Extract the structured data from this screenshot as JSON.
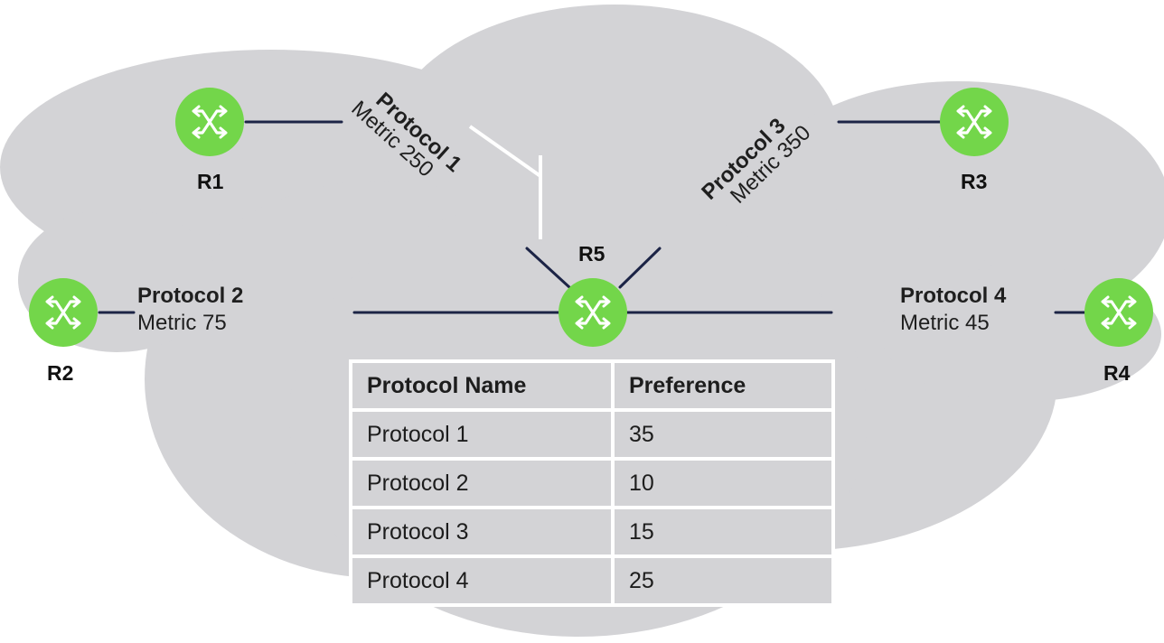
{
  "routers": [
    {
      "id": "r1",
      "label": "R1"
    },
    {
      "id": "r2",
      "label": "R2"
    },
    {
      "id": "r3",
      "label": "R3"
    },
    {
      "id": "r4",
      "label": "R4"
    },
    {
      "id": "r5",
      "label": "R5"
    }
  ],
  "links": [
    {
      "protocol": "Protocol 1",
      "metric": "Metric 250",
      "from": "R1",
      "to": "R5"
    },
    {
      "protocol": "Protocol 2",
      "metric": "Metric 75",
      "from": "R2",
      "to": "R5"
    },
    {
      "protocol": "Protocol 3",
      "metric": "Metric 350",
      "from": "R3",
      "to": "R5"
    },
    {
      "protocol": "Protocol 4",
      "metric": "Metric 45",
      "from": "R4",
      "to": "R5"
    }
  ],
  "table": {
    "headers": [
      "Protocol Name",
      "Preference"
    ],
    "rows": [
      [
        "Protocol 1",
        "35"
      ],
      [
        "Protocol 2",
        "10"
      ],
      [
        "Protocol 3",
        "15"
      ],
      [
        "Protocol 4",
        "25"
      ]
    ]
  },
  "colors": {
    "cloud": "#d3d3d6",
    "router": "#73d64a",
    "link": "#1c2446",
    "router_symbol": "#ffffff"
  },
  "icons": {
    "router": "router-icon"
  }
}
